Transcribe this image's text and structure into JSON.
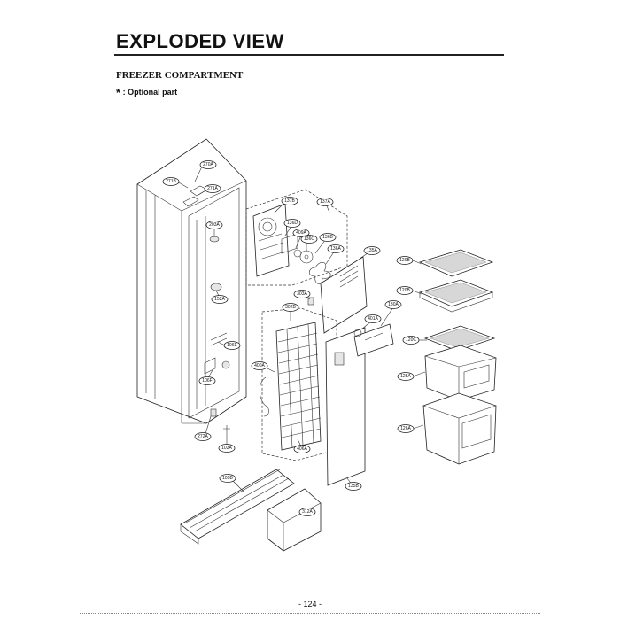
{
  "header": {
    "title": "EXPLODED VIEW",
    "section": "FREEZER COMPARTMENT",
    "legend_mark": "*",
    "legend_text": ": Optional part"
  },
  "footer": {
    "page_number": "- 124 -"
  },
  "callouts": [
    {
      "id": "c270A",
      "label": "270A"
    },
    {
      "id": "c271B",
      "label": "271B"
    },
    {
      "id": "c271A",
      "label": "271A"
    },
    {
      "id": "c203A",
      "label": "203A"
    },
    {
      "id": "c152A",
      "label": "152A"
    },
    {
      "id": "c106E",
      "label": "106E"
    },
    {
      "id": "c106F",
      "label": "106F"
    },
    {
      "id": "c272A",
      "label": "272A"
    },
    {
      "id": "c103A",
      "label": "103A"
    },
    {
      "id": "c137B",
      "label": "137B"
    },
    {
      "id": "c137A",
      "label": "137A"
    },
    {
      "id": "c136D",
      "label": "136D"
    },
    {
      "id": "c409A",
      "label": "409A"
    },
    {
      "id": "c136C",
      "label": "136C"
    },
    {
      "id": "c136B",
      "label": "136B"
    },
    {
      "id": "c136A",
      "label": "136A"
    },
    {
      "id": "c135A",
      "label": "135A"
    },
    {
      "id": "c303A",
      "label": "303A"
    },
    {
      "id": "c302B",
      "label": "302B"
    },
    {
      "id": "c401A",
      "label": "401A"
    },
    {
      "id": "c130A",
      "label": "130A"
    },
    {
      "id": "c400A",
      "label": "400A"
    },
    {
      "id": "c406A",
      "label": "406A"
    },
    {
      "id": "c135B",
      "label": "135B"
    },
    {
      "id": "c120B1",
      "label": "120B"
    },
    {
      "id": "c120B2",
      "label": "120B"
    },
    {
      "id": "c120C",
      "label": "120C"
    },
    {
      "id": "c125A",
      "label": "125A"
    },
    {
      "id": "c126A",
      "label": "126A"
    },
    {
      "id": "c105B",
      "label": "105B"
    },
    {
      "id": "c312A",
      "label": "312A"
    }
  ]
}
